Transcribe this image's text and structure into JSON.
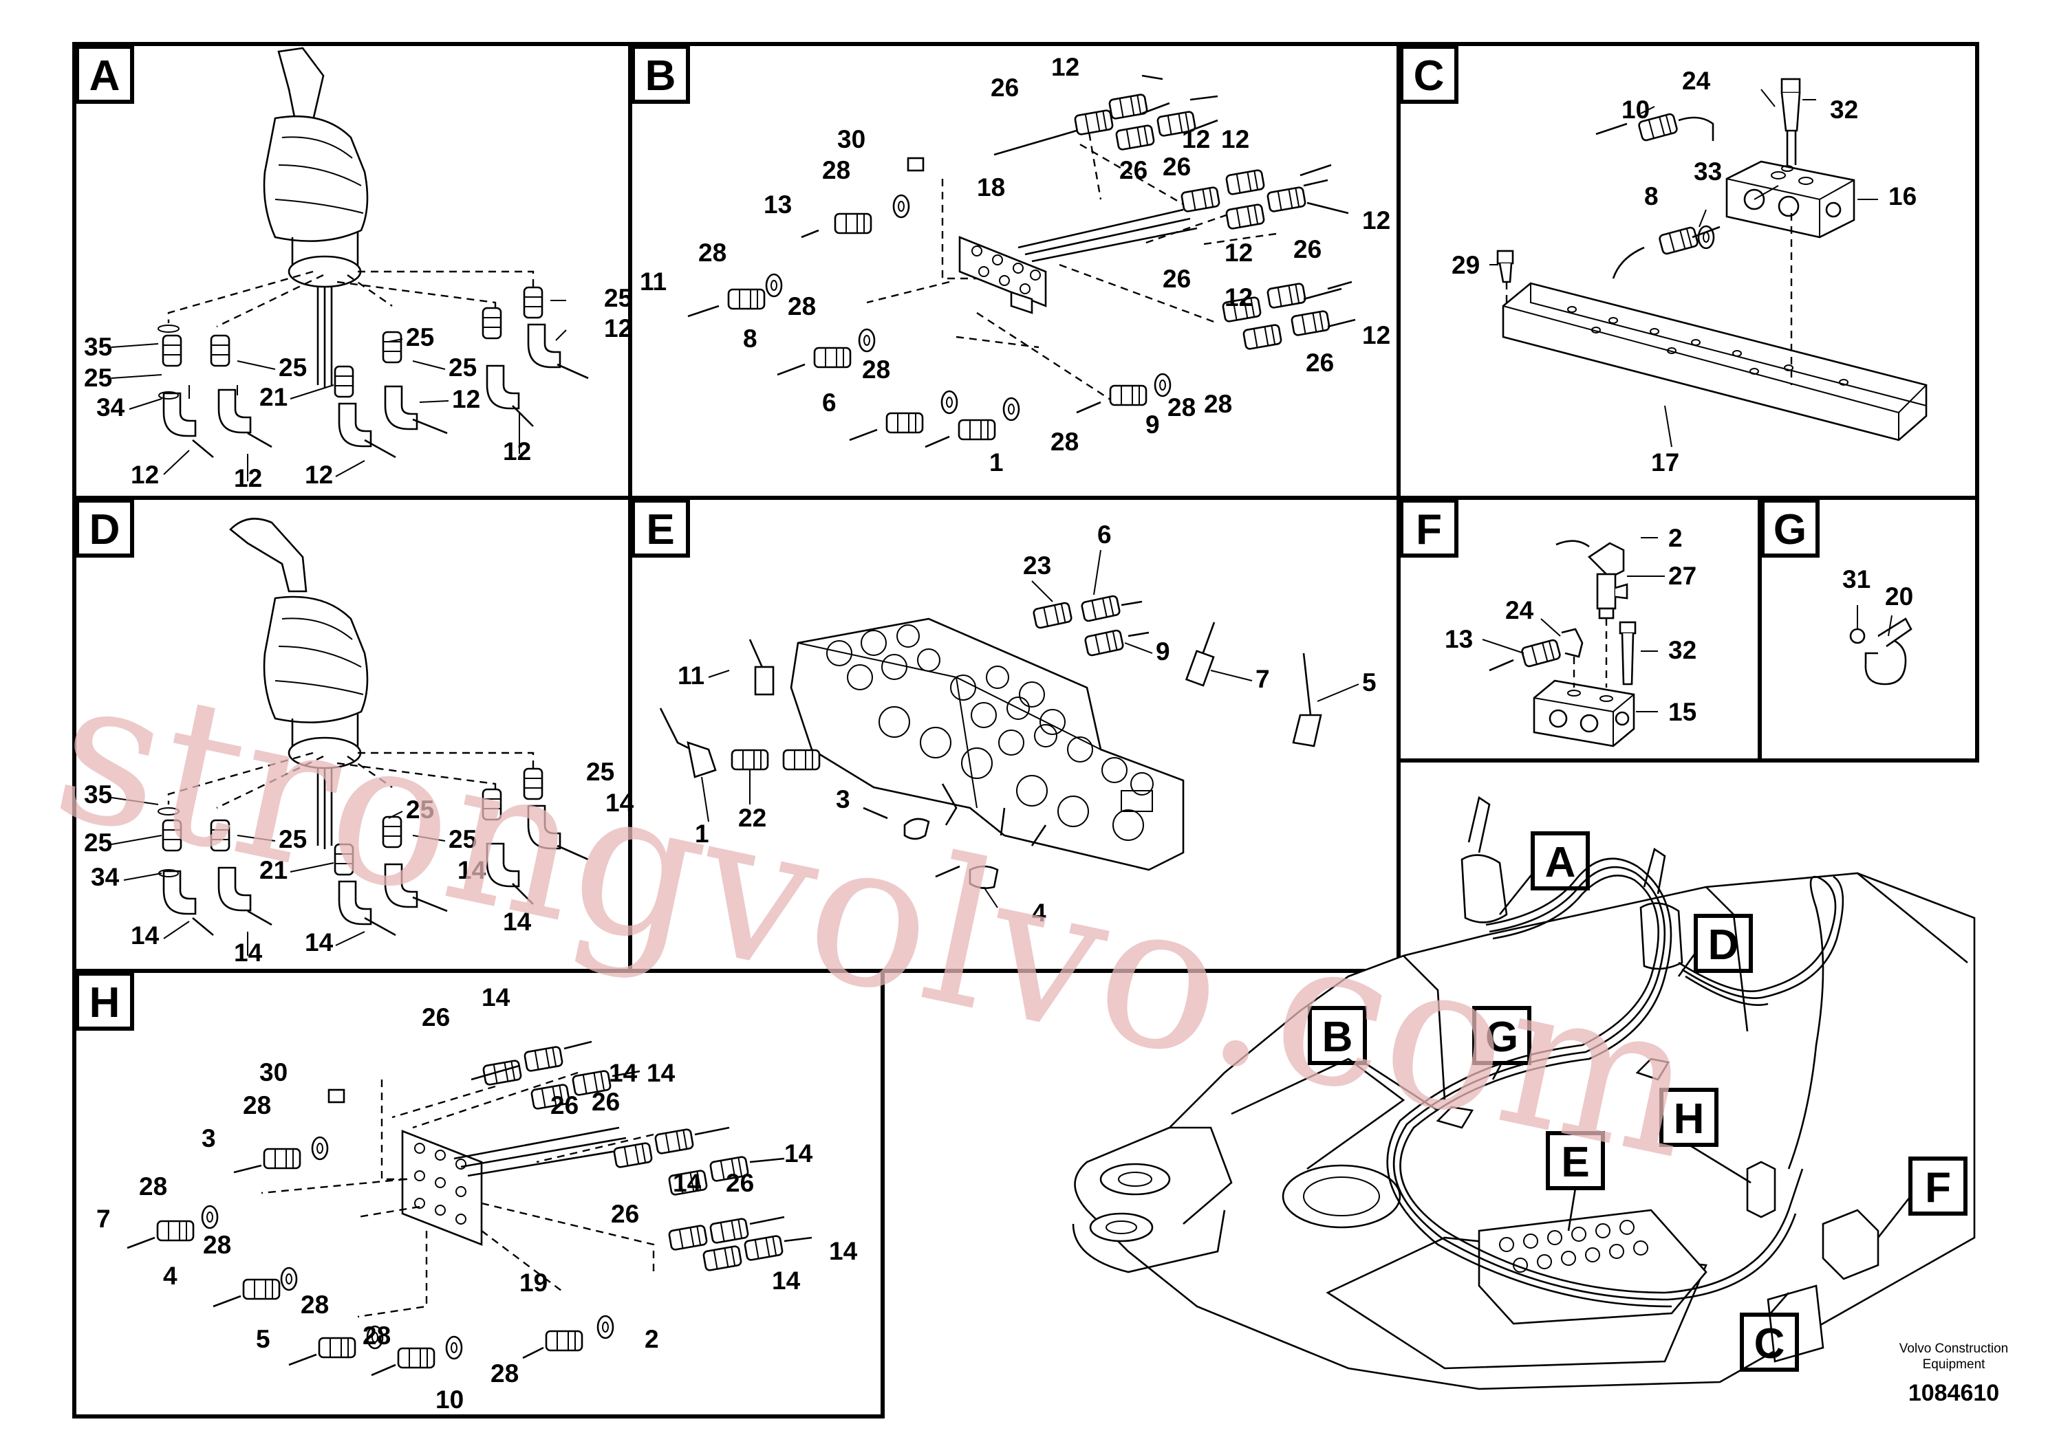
{
  "panels": {
    "A": {
      "letter": "A",
      "labels": [
        "25",
        "12",
        "35",
        "25",
        "25",
        "25",
        "25",
        "34",
        "21",
        "12",
        "12",
        "12",
        "12",
        "12"
      ]
    },
    "B": {
      "letter": "B",
      "labels": [
        "12",
        "26",
        "30",
        "12",
        "12",
        "28",
        "26",
        "26",
        "13",
        "18",
        "12",
        "28",
        "12",
        "26",
        "11",
        "28",
        "26",
        "12",
        "8",
        "28",
        "12",
        "26",
        "28",
        "6",
        "28",
        "9",
        "1",
        "28"
      ]
    },
    "C": {
      "letter": "C",
      "labels": [
        "24",
        "32",
        "10",
        "33",
        "16",
        "8",
        "29",
        "17"
      ]
    },
    "D": {
      "letter": "D",
      "labels": [
        "25",
        "14",
        "35",
        "25",
        "25",
        "25",
        "25",
        "34",
        "21",
        "14",
        "14",
        "14",
        "14",
        "14"
      ]
    },
    "E": {
      "letter": "E",
      "labels": [
        "6",
        "23",
        "9",
        "11",
        "7",
        "5",
        "22",
        "1",
        "3",
        "4"
      ]
    },
    "F": {
      "letter": "F",
      "labels": [
        "2",
        "27",
        "24",
        "13",
        "32",
        "15"
      ]
    },
    "G": {
      "letter": "G",
      "labels": [
        "31",
        "20"
      ]
    },
    "H": {
      "letter": "H",
      "labels": [
        "14",
        "26",
        "30",
        "14",
        "14",
        "28",
        "26",
        "26",
        "3",
        "19",
        "14",
        "28",
        "14",
        "26",
        "7",
        "28",
        "26",
        "14",
        "4",
        "28",
        "14",
        "26",
        "28",
        "5",
        "28",
        "2",
        "10",
        "28"
      ]
    }
  },
  "overview": {
    "callouts": [
      "A",
      "B",
      "G",
      "D",
      "H",
      "E",
      "F",
      "C"
    ]
  },
  "footer": {
    "company_line1": "Volvo Construction",
    "company_line2": "Equipment",
    "doc_number": "1084610"
  },
  "watermark": {
    "text": "strongvolvo.com",
    "color": "#e7b8b8"
  }
}
